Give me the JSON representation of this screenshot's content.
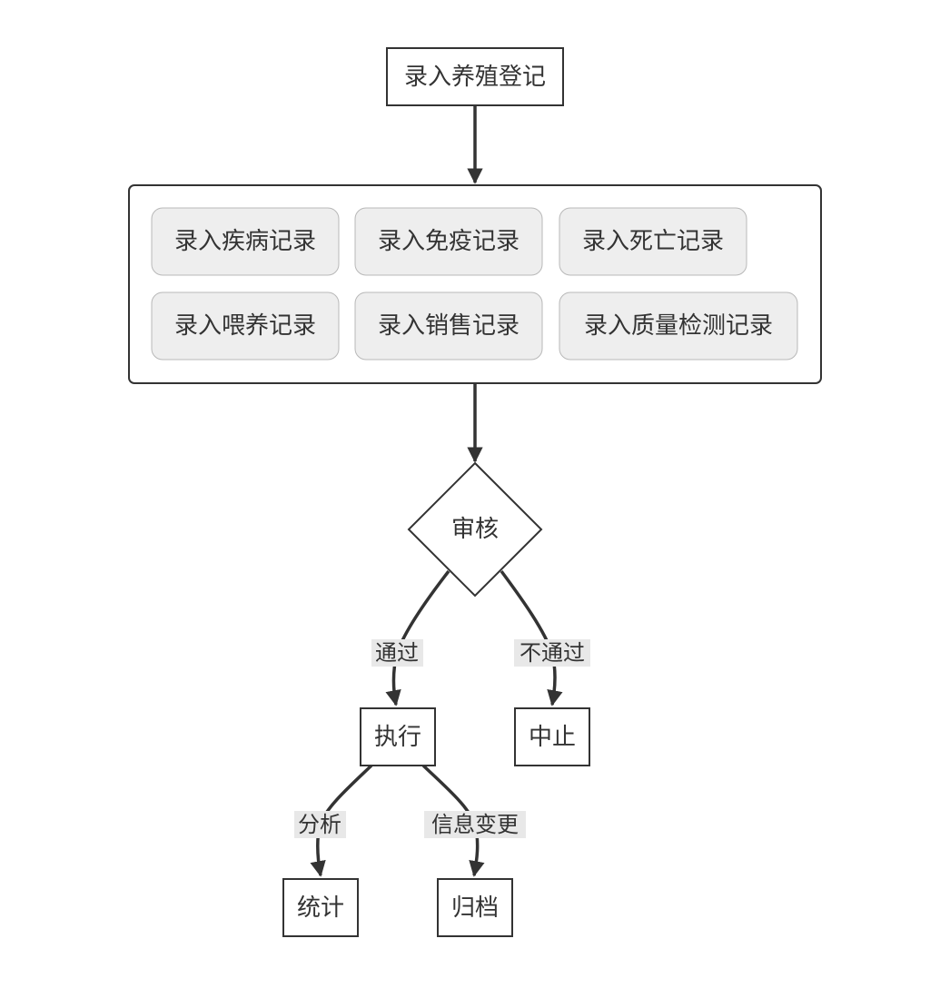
{
  "start": {
    "label": "录入养殖登记"
  },
  "group": {
    "items": [
      {
        "label": "录入疾病记录"
      },
      {
        "label": "录入免疫记录"
      },
      {
        "label": "录入死亡记录"
      },
      {
        "label": "录入喂养记录"
      },
      {
        "label": "录入销售记录"
      },
      {
        "label": "录入质量检测记录"
      }
    ]
  },
  "decision": {
    "label": "审核"
  },
  "edges": {
    "pass": "通过",
    "fail": "不通过",
    "analyze": "分析",
    "change": "信息变更"
  },
  "nodes": {
    "execute": "执行",
    "stop": "中止",
    "stats": "统计",
    "archive": "归档"
  }
}
